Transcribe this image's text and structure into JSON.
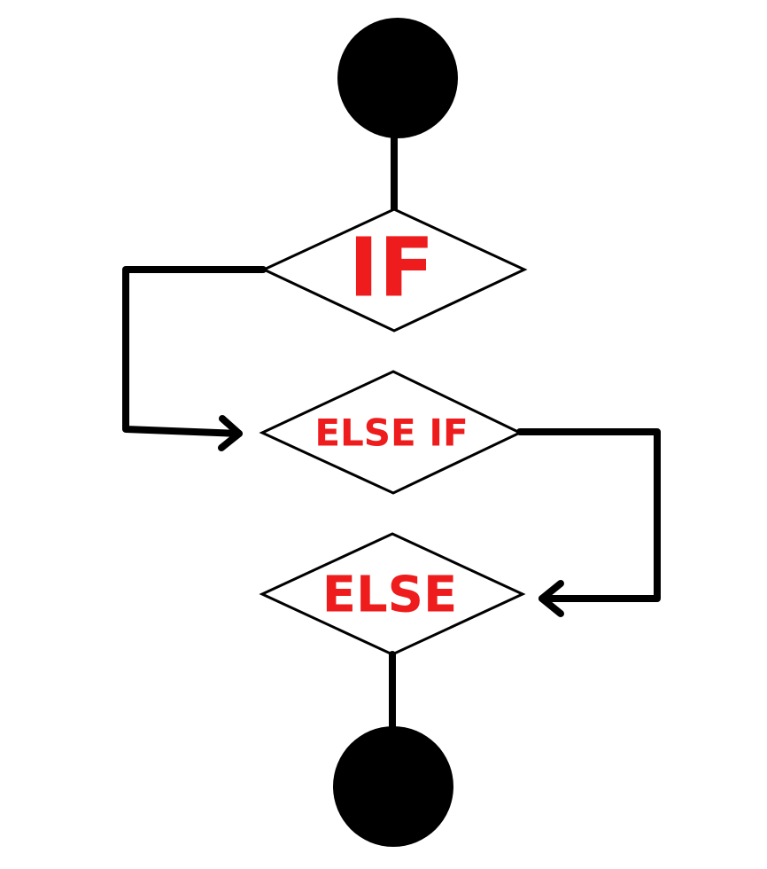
{
  "diagram": {
    "nodes": {
      "if": {
        "label": "IF"
      },
      "else_if": {
        "label": "ELSE IF"
      },
      "else": {
        "label": "ELSE"
      }
    },
    "colors": {
      "label": "#ee1c1c",
      "stroke": "#000000",
      "fill": "#000000",
      "background": "#ffffff"
    }
  }
}
